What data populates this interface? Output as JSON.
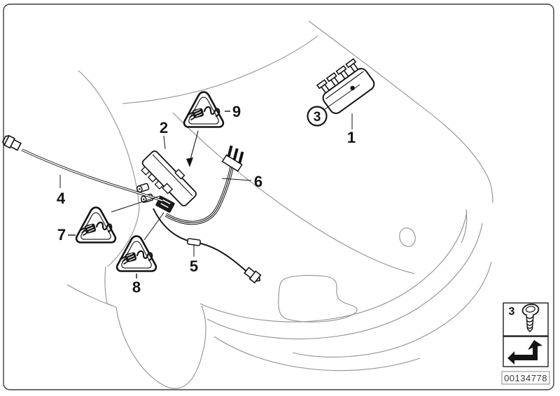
{
  "page": {
    "kind": "vehicle-parts-diagram",
    "background": "#ffffff",
    "frame_color": "#3f3f3f"
  },
  "callouts": [
    {
      "label": "1",
      "style": "plain"
    },
    {
      "label": "2",
      "style": "plain"
    },
    {
      "label": "3",
      "style": "circled"
    },
    {
      "label": "4",
      "style": "plain"
    },
    {
      "label": "5",
      "style": "plain"
    },
    {
      "label": "6",
      "style": "plain"
    },
    {
      "label": "7",
      "style": "warning-triangle"
    },
    {
      "label": "8",
      "style": "warning-triangle"
    },
    {
      "label": "9",
      "style": "warning-triangle"
    }
  ],
  "warning_triangle_icon": "connector-pigtail-icon",
  "legend": {
    "fastener_ref": "3",
    "fastener_icon": "pan-head-screw-icon",
    "note_icon": "bent-return-arrow-icon"
  },
  "stamp": {
    "part_number": "00134778"
  },
  "ink": {
    "part_lines": "#141414",
    "car_lines": "#909090"
  }
}
